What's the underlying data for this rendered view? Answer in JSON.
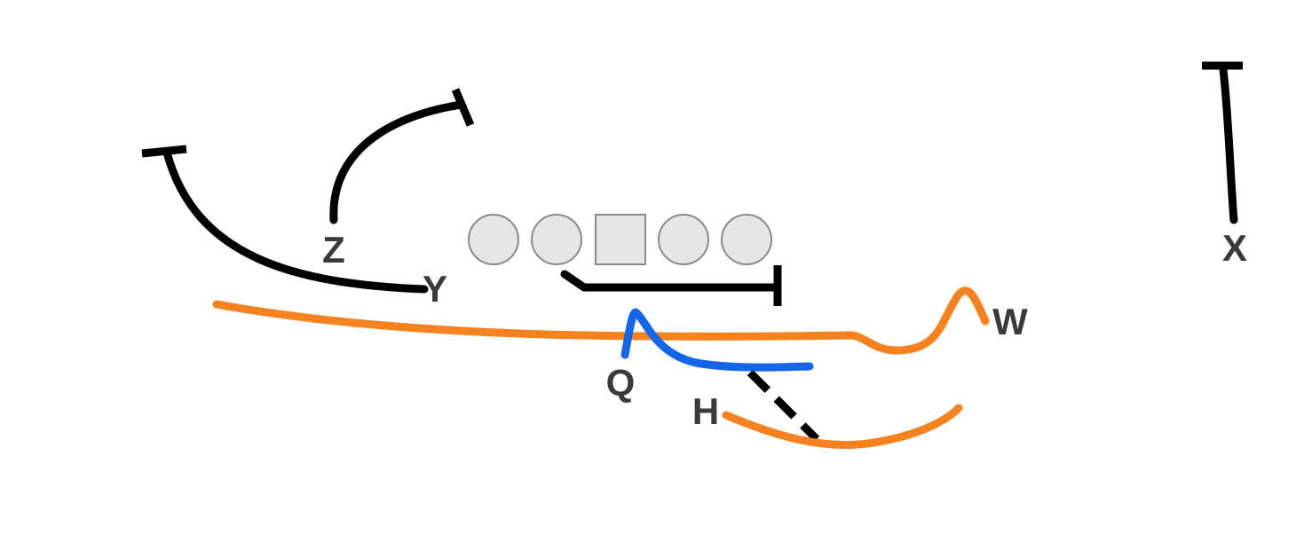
{
  "colors": {
    "background": "#ffffff",
    "block": "#000000",
    "orange_route": "#f5821f",
    "blue_route": "#1565e8",
    "lineman_fill": "#e6e6e6",
    "label": "#3a3a3a"
  },
  "players": {
    "z": "Z",
    "y": "Y",
    "q": "Q",
    "h": "H",
    "w": "W",
    "x": "X"
  },
  "offensive_line": {
    "count": 5,
    "shapes": [
      "circle",
      "circle",
      "square",
      "circle",
      "circle"
    ]
  }
}
